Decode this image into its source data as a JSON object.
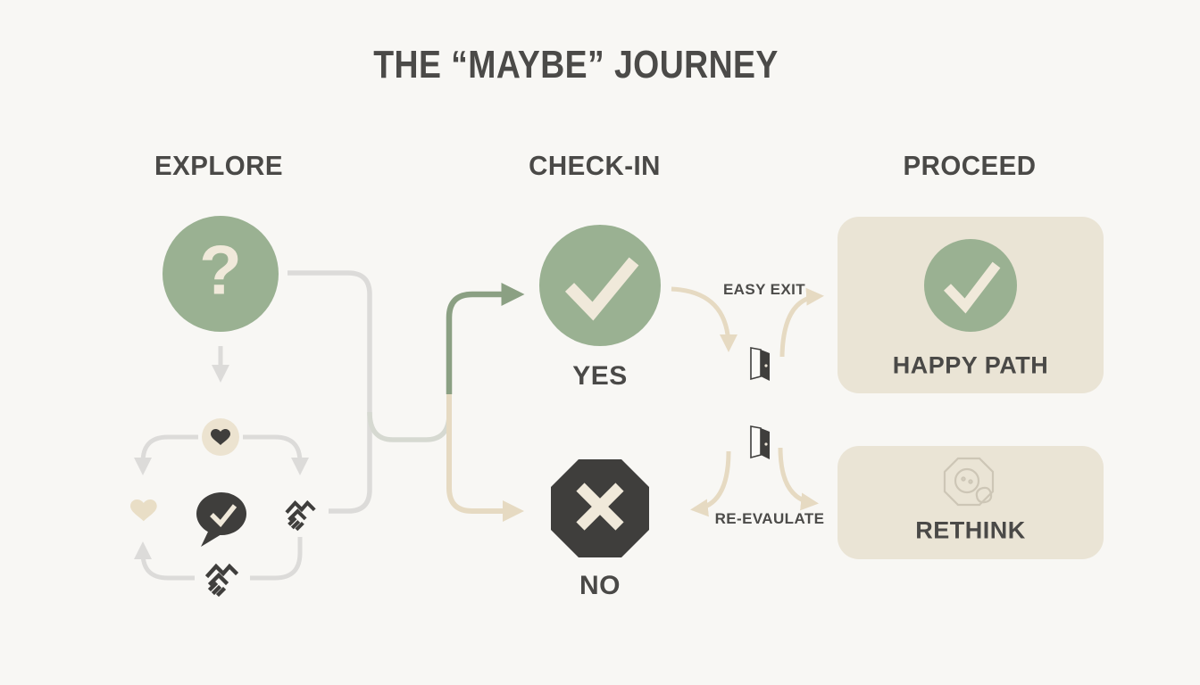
{
  "title": "THE “MAYBE” JOURNEY",
  "columns": {
    "explore": "EXPLORE",
    "checkin": "CHECK-IN",
    "proceed": "PROCEED"
  },
  "explore": {
    "question_mark": "?",
    "loop_icons": [
      "heart-badge",
      "heart",
      "chat-check-bubble",
      "handshake",
      "handshake"
    ]
  },
  "checkin": {
    "yes": "YES",
    "no": "NO"
  },
  "proceed": {
    "happy_path": "HAPPY PATH",
    "rethink": "RETHINK"
  },
  "annotations": {
    "easy_exit": "EASY EXIT",
    "re_evaluate": "RE-EVAULATE"
  },
  "colors": {
    "background": "#f8f7f4",
    "sage_fill": "#9ab192",
    "sage_line": "#8ba083",
    "cream_glyph": "#f0e9da",
    "beige_card": "#eae4d5",
    "beige_line": "#e6dac2",
    "gray_line": "#dedddb",
    "dark_shape": "#3f3e3c",
    "text": "#4a4947",
    "badge_circle": "#ece3d0",
    "pale_heart": "#e9dec6",
    "faint_icon": "#cdc6b6"
  }
}
